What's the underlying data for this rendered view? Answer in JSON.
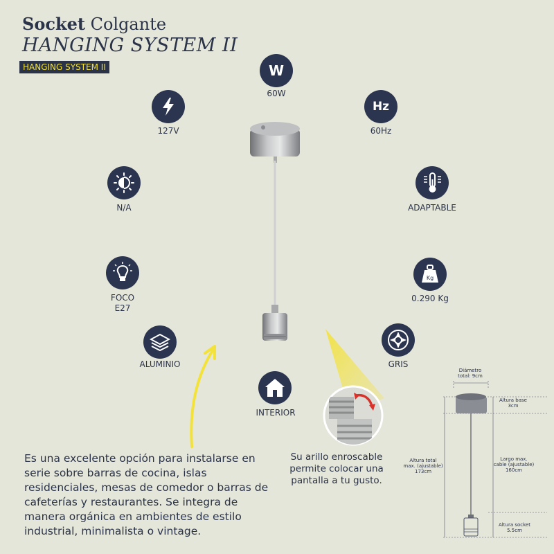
{
  "header": {
    "brand": "Socket",
    "product_type": "Colgante",
    "model": "HANGING SYSTEM II",
    "badge": "HANGING SYSTEM II"
  },
  "specs": {
    "watts": {
      "icon": "W",
      "label": "60W"
    },
    "voltage": {
      "label": "127V"
    },
    "frequency": {
      "icon": "Hz",
      "label": "60Hz"
    },
    "light": {
      "label": "N/A"
    },
    "temperature": {
      "label": "ADAPTABLE"
    },
    "bulb": {
      "label1": "FOCO",
      "label2": "E27"
    },
    "weight": {
      "icon": "Kg",
      "label": "0.290 Kg"
    },
    "material": {
      "label": "ALUMINIO"
    },
    "color": {
      "label": "GRIS"
    },
    "location": {
      "label": "INTERIOR"
    }
  },
  "description": "Es una excelente opción para instalarse en serie sobre barras de cocina, islas residenciales, mesas de comedor o barras de cafeterías y restaurantes. Se integra de manera orgánica en ambientes de estilo industrial, minimalista o vintage.",
  "ring_caption": "Su arillo enroscable permite colocar una pantalla a tu gusto.",
  "dimensions": {
    "diameter_1": "Diámetro",
    "diameter_2": "total: 9cm",
    "base_1": "Altura base",
    "base_2": "3cm",
    "total_1": "Altura total",
    "total_2": "max. (ajustable)",
    "total_3": "173cm",
    "cable_1": "Largo max.",
    "cable_2": "cable (ajustable)",
    "cable_3": "160cm",
    "socket_1": "Altura socket",
    "socket_2": "5.5cm"
  },
  "colors": {
    "background": "#e5e6da",
    "navy": "#2b3550",
    "accent_yellow": "#f3e23a",
    "arrow_red": "#d8322b"
  }
}
